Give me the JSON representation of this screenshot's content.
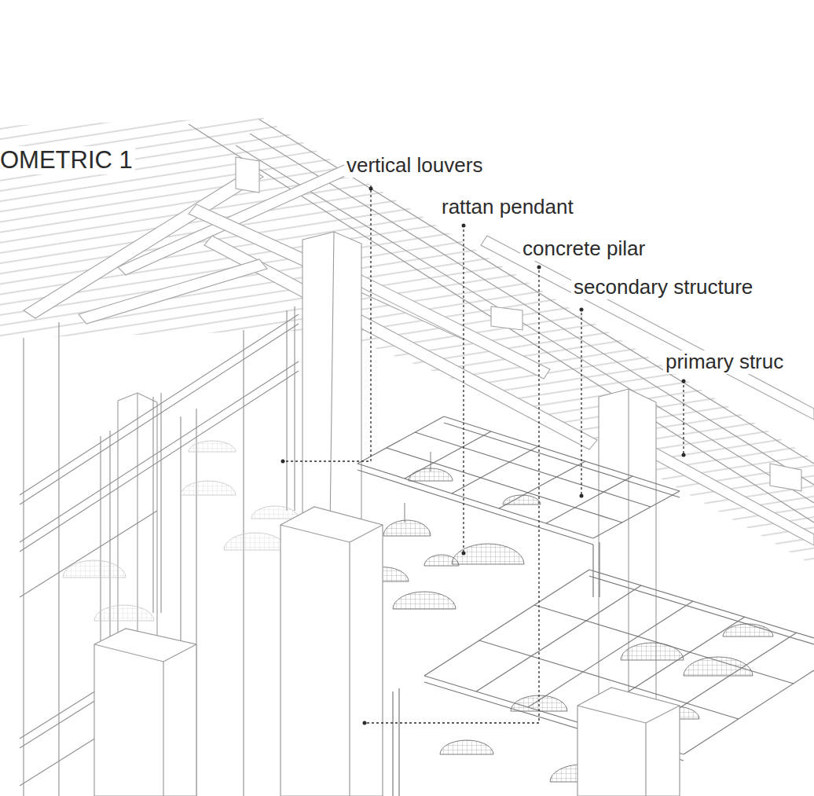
{
  "diagram": {
    "title": "OMETRIC 1",
    "labels": [
      "vertical louvers",
      "rattan pendant",
      "concrete pilar",
      "secondary structure",
      "primary struc"
    ]
  }
}
